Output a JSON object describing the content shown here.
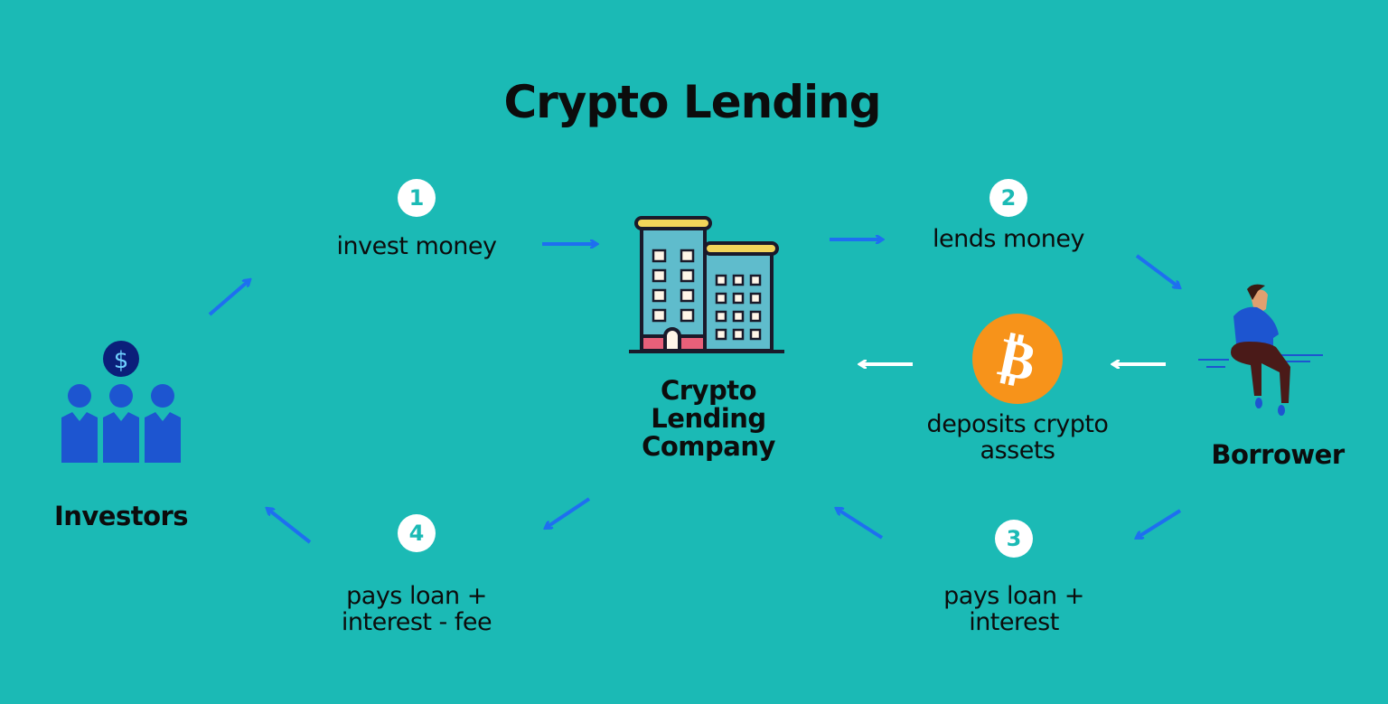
{
  "title": "Crypto Lending",
  "steps": [
    {
      "number": "1",
      "label": "invest money"
    },
    {
      "number": "2",
      "label": "lends money"
    },
    {
      "number": "3",
      "label": "pays loan + interest"
    },
    {
      "number": "4",
      "label": "pays loan + interest - fee"
    }
  ],
  "step3_lines": [
    "pays loan +",
    "interest"
  ],
  "step4_lines": [
    "pays loan +",
    "interest - fee"
  ],
  "deposit_lines": [
    "deposits crypto",
    "assets"
  ],
  "actors": {
    "investors": "Investors",
    "company_lines": [
      "Crypto",
      "Lending",
      "Company"
    ],
    "borrower": "Borrower"
  },
  "icons": {
    "dollar": "$",
    "bitcoin": "₿"
  },
  "colors": {
    "background": "#1bbab5",
    "arrow": "#1e6ff0",
    "bitcoin": "#f7931a"
  }
}
